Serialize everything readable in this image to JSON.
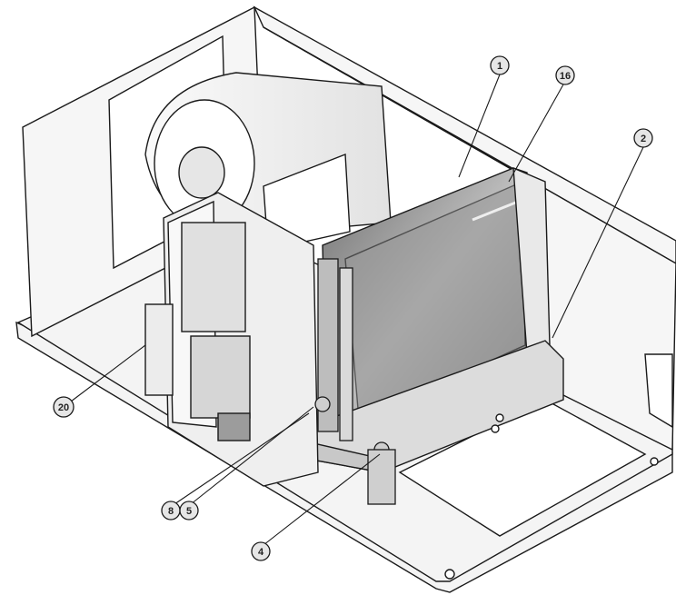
{
  "diagram": {
    "callouts": [
      {
        "label": "1"
      },
      {
        "label": "16"
      },
      {
        "label": "2"
      },
      {
        "label": "20"
      },
      {
        "label": "8"
      },
      {
        "label": "5"
      },
      {
        "label": "4"
      }
    ]
  },
  "colors": {
    "line": "#1a1a1a",
    "panel": "#f2f2f2",
    "shade": "#d9d9d9",
    "coil": "#8a8a8a",
    "coil_dark": "#5a5a5a",
    "callout_fill": "#e6e6e6"
  }
}
